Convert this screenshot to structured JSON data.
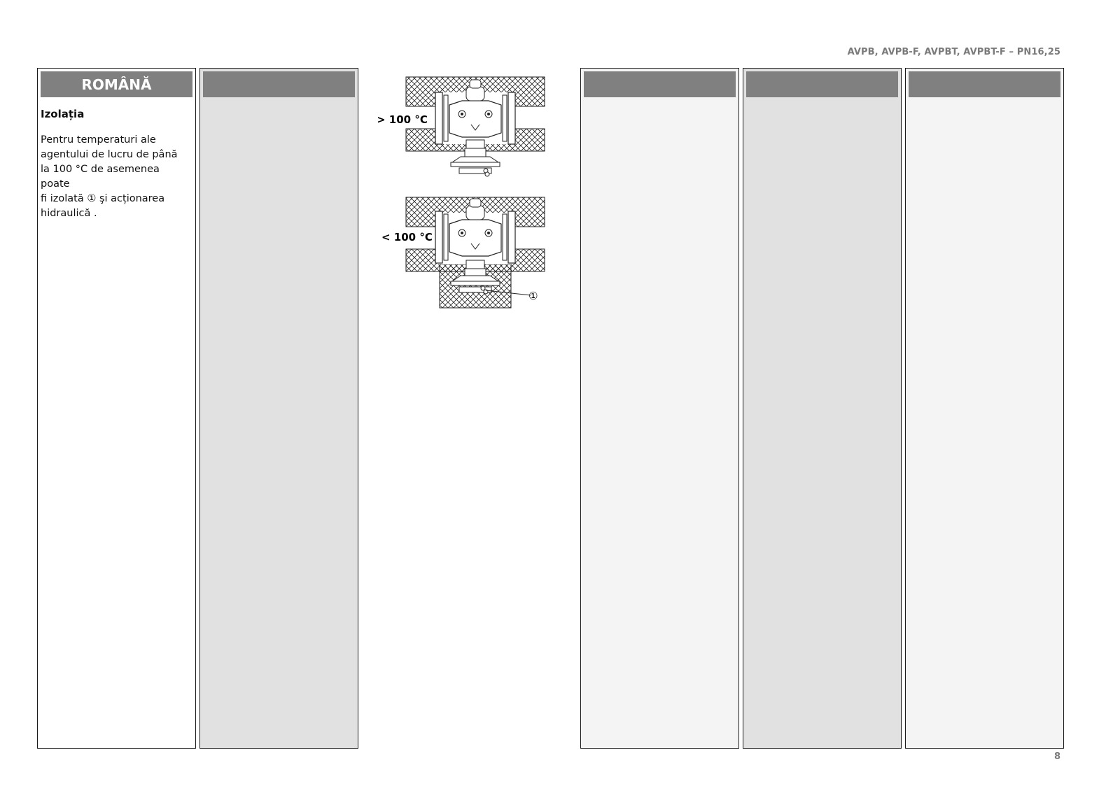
{
  "document": {
    "header_title": "AVPB, AVPB-F, AVPBT, AVPBT-F – PN16,25",
    "page_number": "8"
  },
  "columns": [
    {
      "language": "ROMÂNĂ",
      "heading": "Izolația",
      "body": "Pentru temperaturi ale\nagentului de lucru  de până\nla 100 °C de asemenea poate\nfi izolată ①    şi acționarea\nhidraulică ."
    },
    {
      "language": ""
    },
    {
      "language": ""
    },
    {
      "language": ""
    },
    {
      "language": ""
    }
  ],
  "figure": {
    "label_top": "> 100 °C",
    "label_bottom": "< 100 °C",
    "callout": "①"
  },
  "colors": {
    "header_bar": "#808080",
    "column_light": "#f4f4f4",
    "column_mid": "#e1e1e1",
    "meta_text": "#7a7a7a"
  }
}
